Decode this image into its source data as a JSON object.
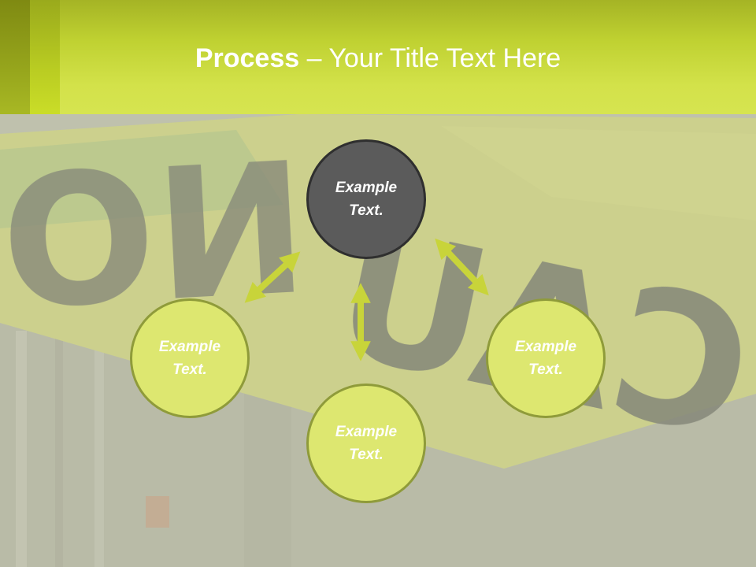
{
  "title": {
    "bold": "Process",
    "rest": " – Your Title Text Here"
  },
  "nodes": {
    "top": "Example Text.",
    "left": "Example Text.",
    "right": "Example Text.",
    "bottom": "Example Text."
  },
  "background": {
    "description_icon": "caution-tape-photo",
    "tape_text": "CAUTION"
  },
  "colors": {
    "header": "#cbdc3c",
    "node_light": "#dde770",
    "node_dark": "#5b5b5b",
    "arrow": "#c8d43a"
  }
}
